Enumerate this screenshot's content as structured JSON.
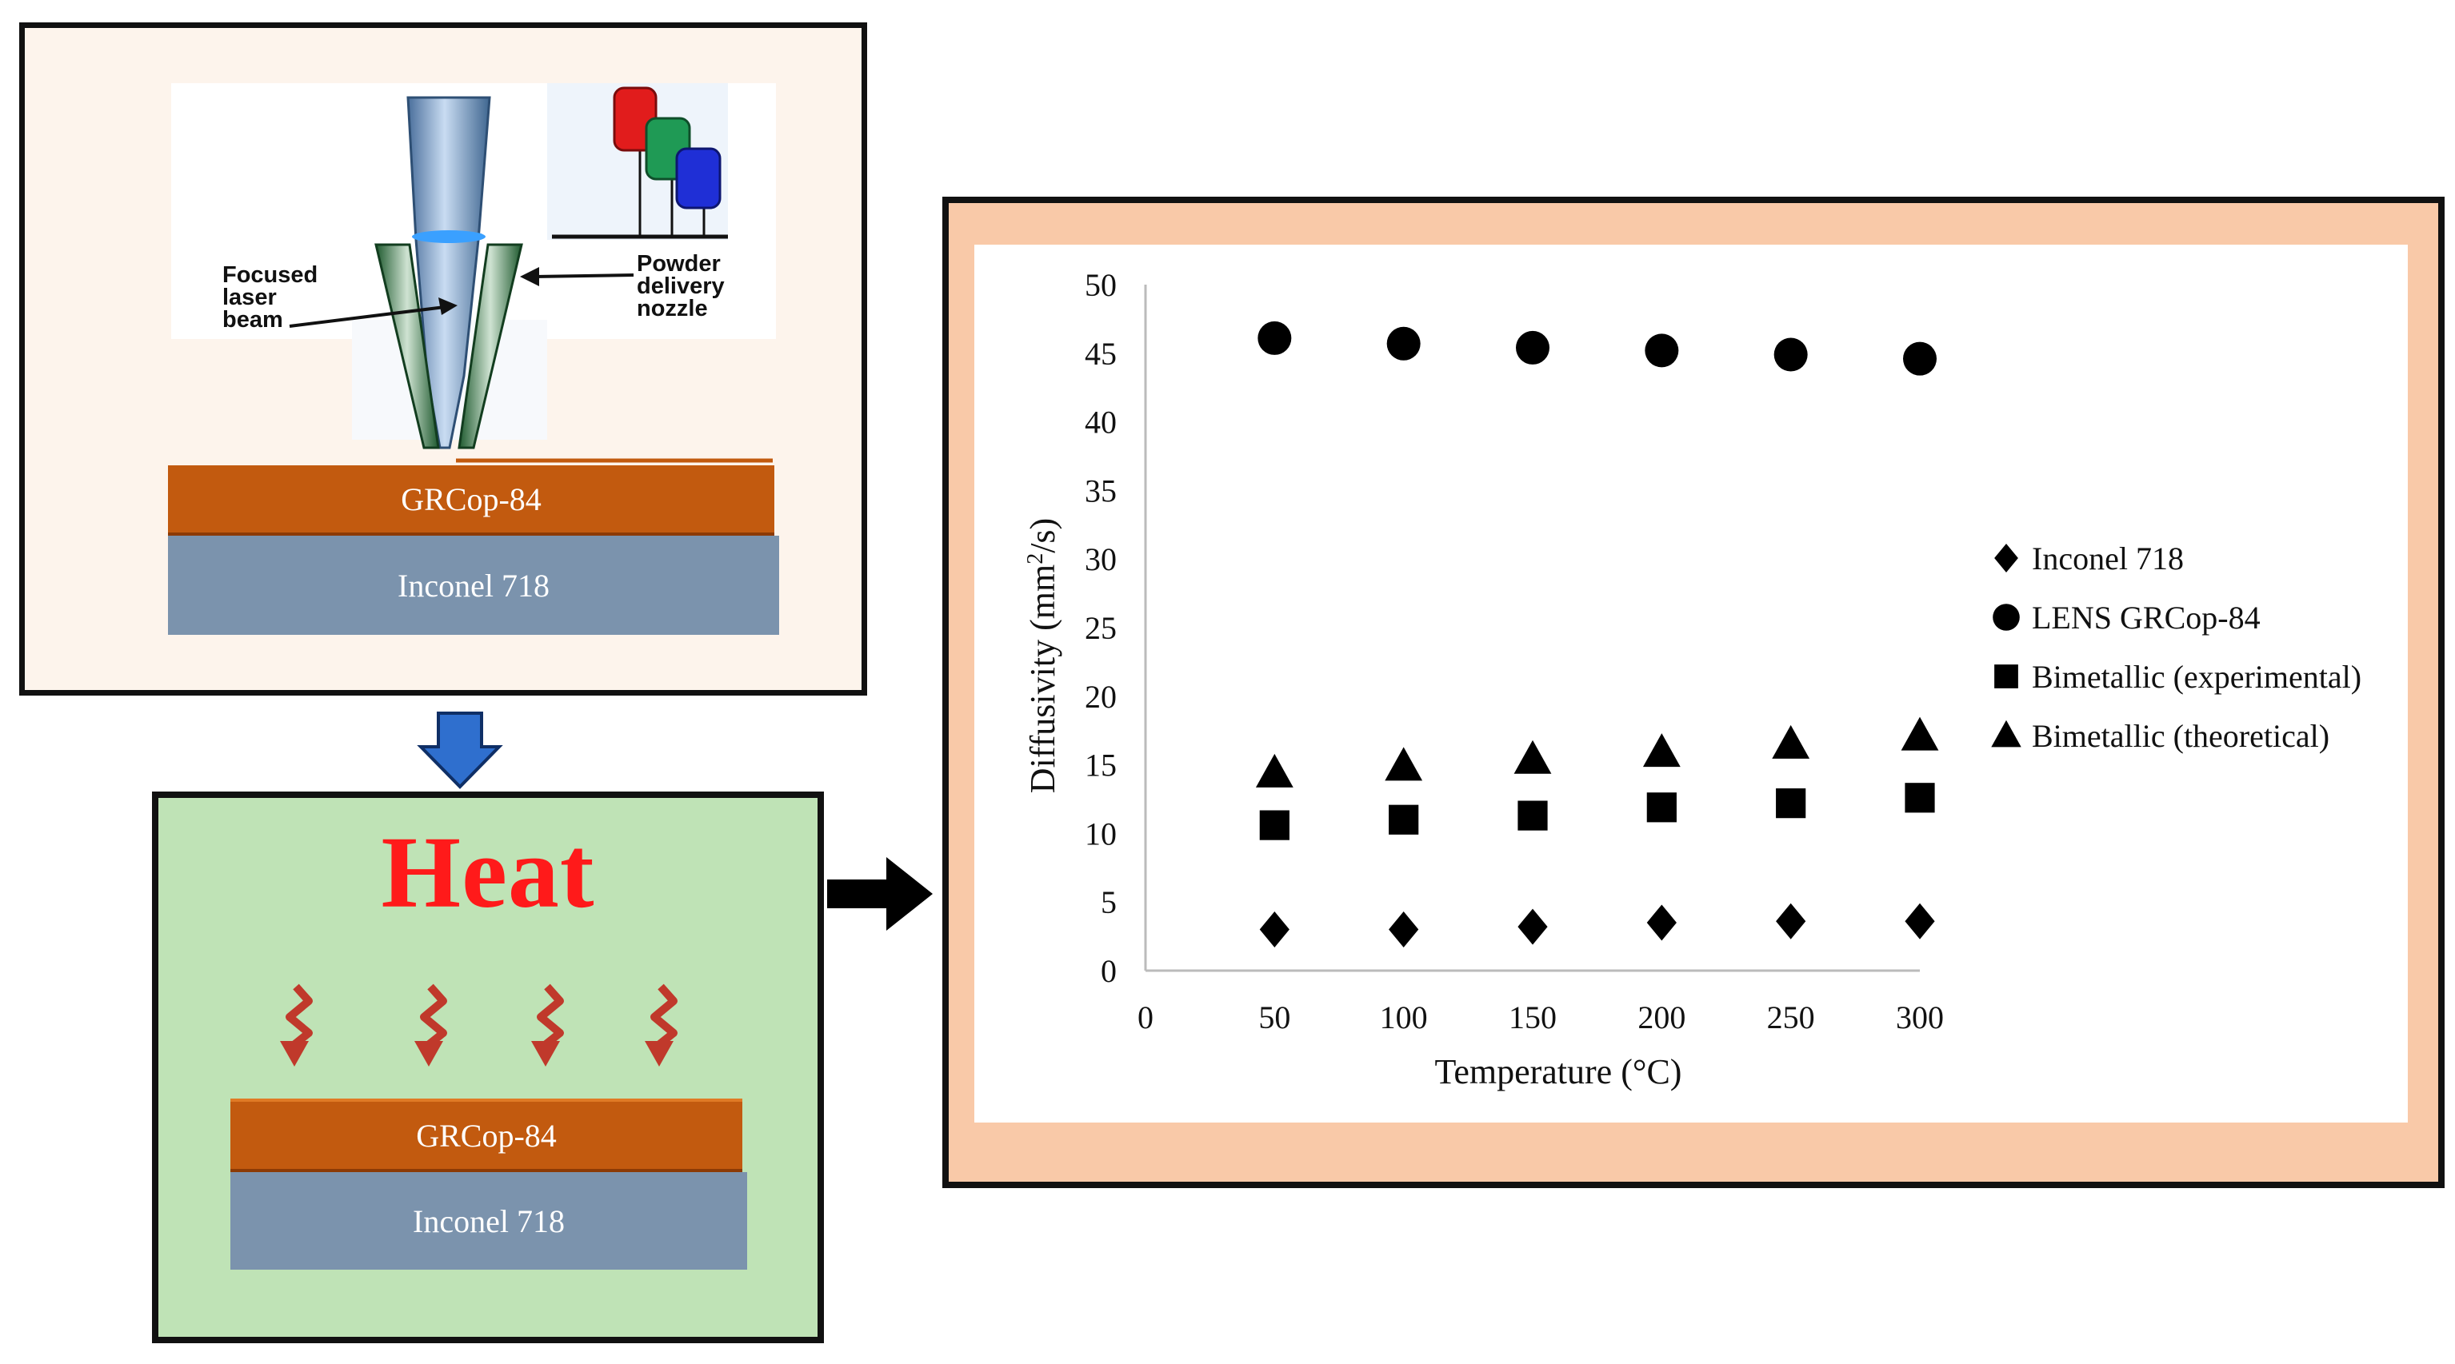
{
  "laser_panel": {
    "beam_label": [
      "Focused",
      "laser",
      "beam"
    ],
    "nozzle_label": [
      "Powder",
      "delivery",
      "nozzle"
    ],
    "top_layer": "GRCop-84",
    "bottom_layer": "Inconel 718"
  },
  "heat_panel": {
    "title": "Heat",
    "top_layer": "GRCop-84",
    "bottom_layer": "Inconel 718"
  },
  "colors": {
    "laser_panel_bg": "#fdf4ec",
    "heat_panel_bg": "#bfe3b6",
    "chart_frame_bg": "#f9c9a8",
    "grcop_layer": "#c25a0f",
    "inconel_layer": "#7b93ad",
    "heat_text": "#ff1a1a",
    "down_arrow": "#2f6fce"
  },
  "chart_data": {
    "type": "scatter",
    "title": "",
    "xlabel": "Temperature (°C)",
    "ylabel_main": "Diffusivity (mm",
    "ylabel_sup": "2",
    "ylabel_tail": "/s)",
    "xlim": [
      0,
      300
    ],
    "ylim": [
      0,
      50
    ],
    "xticks": [
      0,
      50,
      100,
      150,
      200,
      250,
      300
    ],
    "yticks": [
      0,
      5,
      10,
      15,
      20,
      25,
      30,
      35,
      40,
      45,
      50
    ],
    "grid": false,
    "legend_position": "right",
    "x": [
      50,
      100,
      150,
      200,
      250,
      300
    ],
    "series": [
      {
        "name": "Inconel 718",
        "marker": "diamond",
        "values": [
          3.0,
          3.0,
          3.2,
          3.5,
          3.6,
          3.6
        ]
      },
      {
        "name": "LENS GRCop-84",
        "marker": "circle",
        "values": [
          46.1,
          45.7,
          45.4,
          45.2,
          44.9,
          44.6
        ]
      },
      {
        "name": "Bimetallic (experimental)",
        "marker": "square",
        "values": [
          10.6,
          11.0,
          11.3,
          11.9,
          12.2,
          12.6
        ]
      },
      {
        "name": "Bimetallic (theoretical)",
        "marker": "triangle",
        "values": [
          14.4,
          14.9,
          15.4,
          15.9,
          16.5,
          17.1
        ]
      }
    ]
  }
}
